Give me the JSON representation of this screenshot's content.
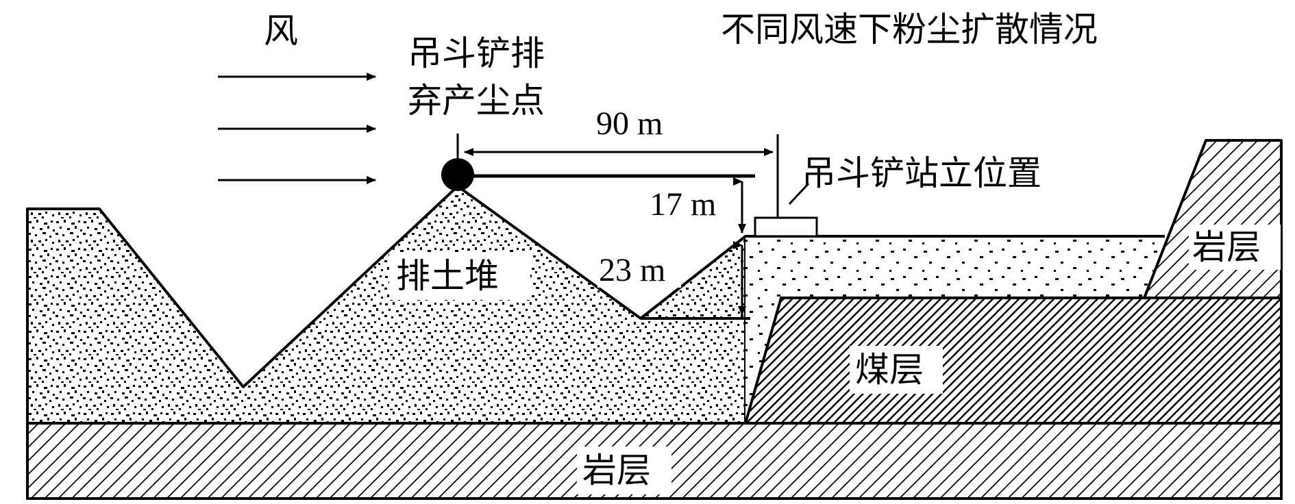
{
  "title": "不同风速下粉尘扩散情况",
  "labels": {
    "wind": "风",
    "dust_point_line1": "吊斗铲排",
    "dust_point_line2": "弃产尘点",
    "dump_pile": "排土堆",
    "dragline_position": "吊斗铲站立位置",
    "rock_layer_right": "岩层",
    "coal_seam": "煤层",
    "rock_layer_bottom": "岩层"
  },
  "dimensions": {
    "horizontal_distance": "90 m",
    "upper_height": "17 m",
    "lower_height": "23 m"
  },
  "colors": {
    "ink": "#000000",
    "paper": "#ffffff"
  }
}
